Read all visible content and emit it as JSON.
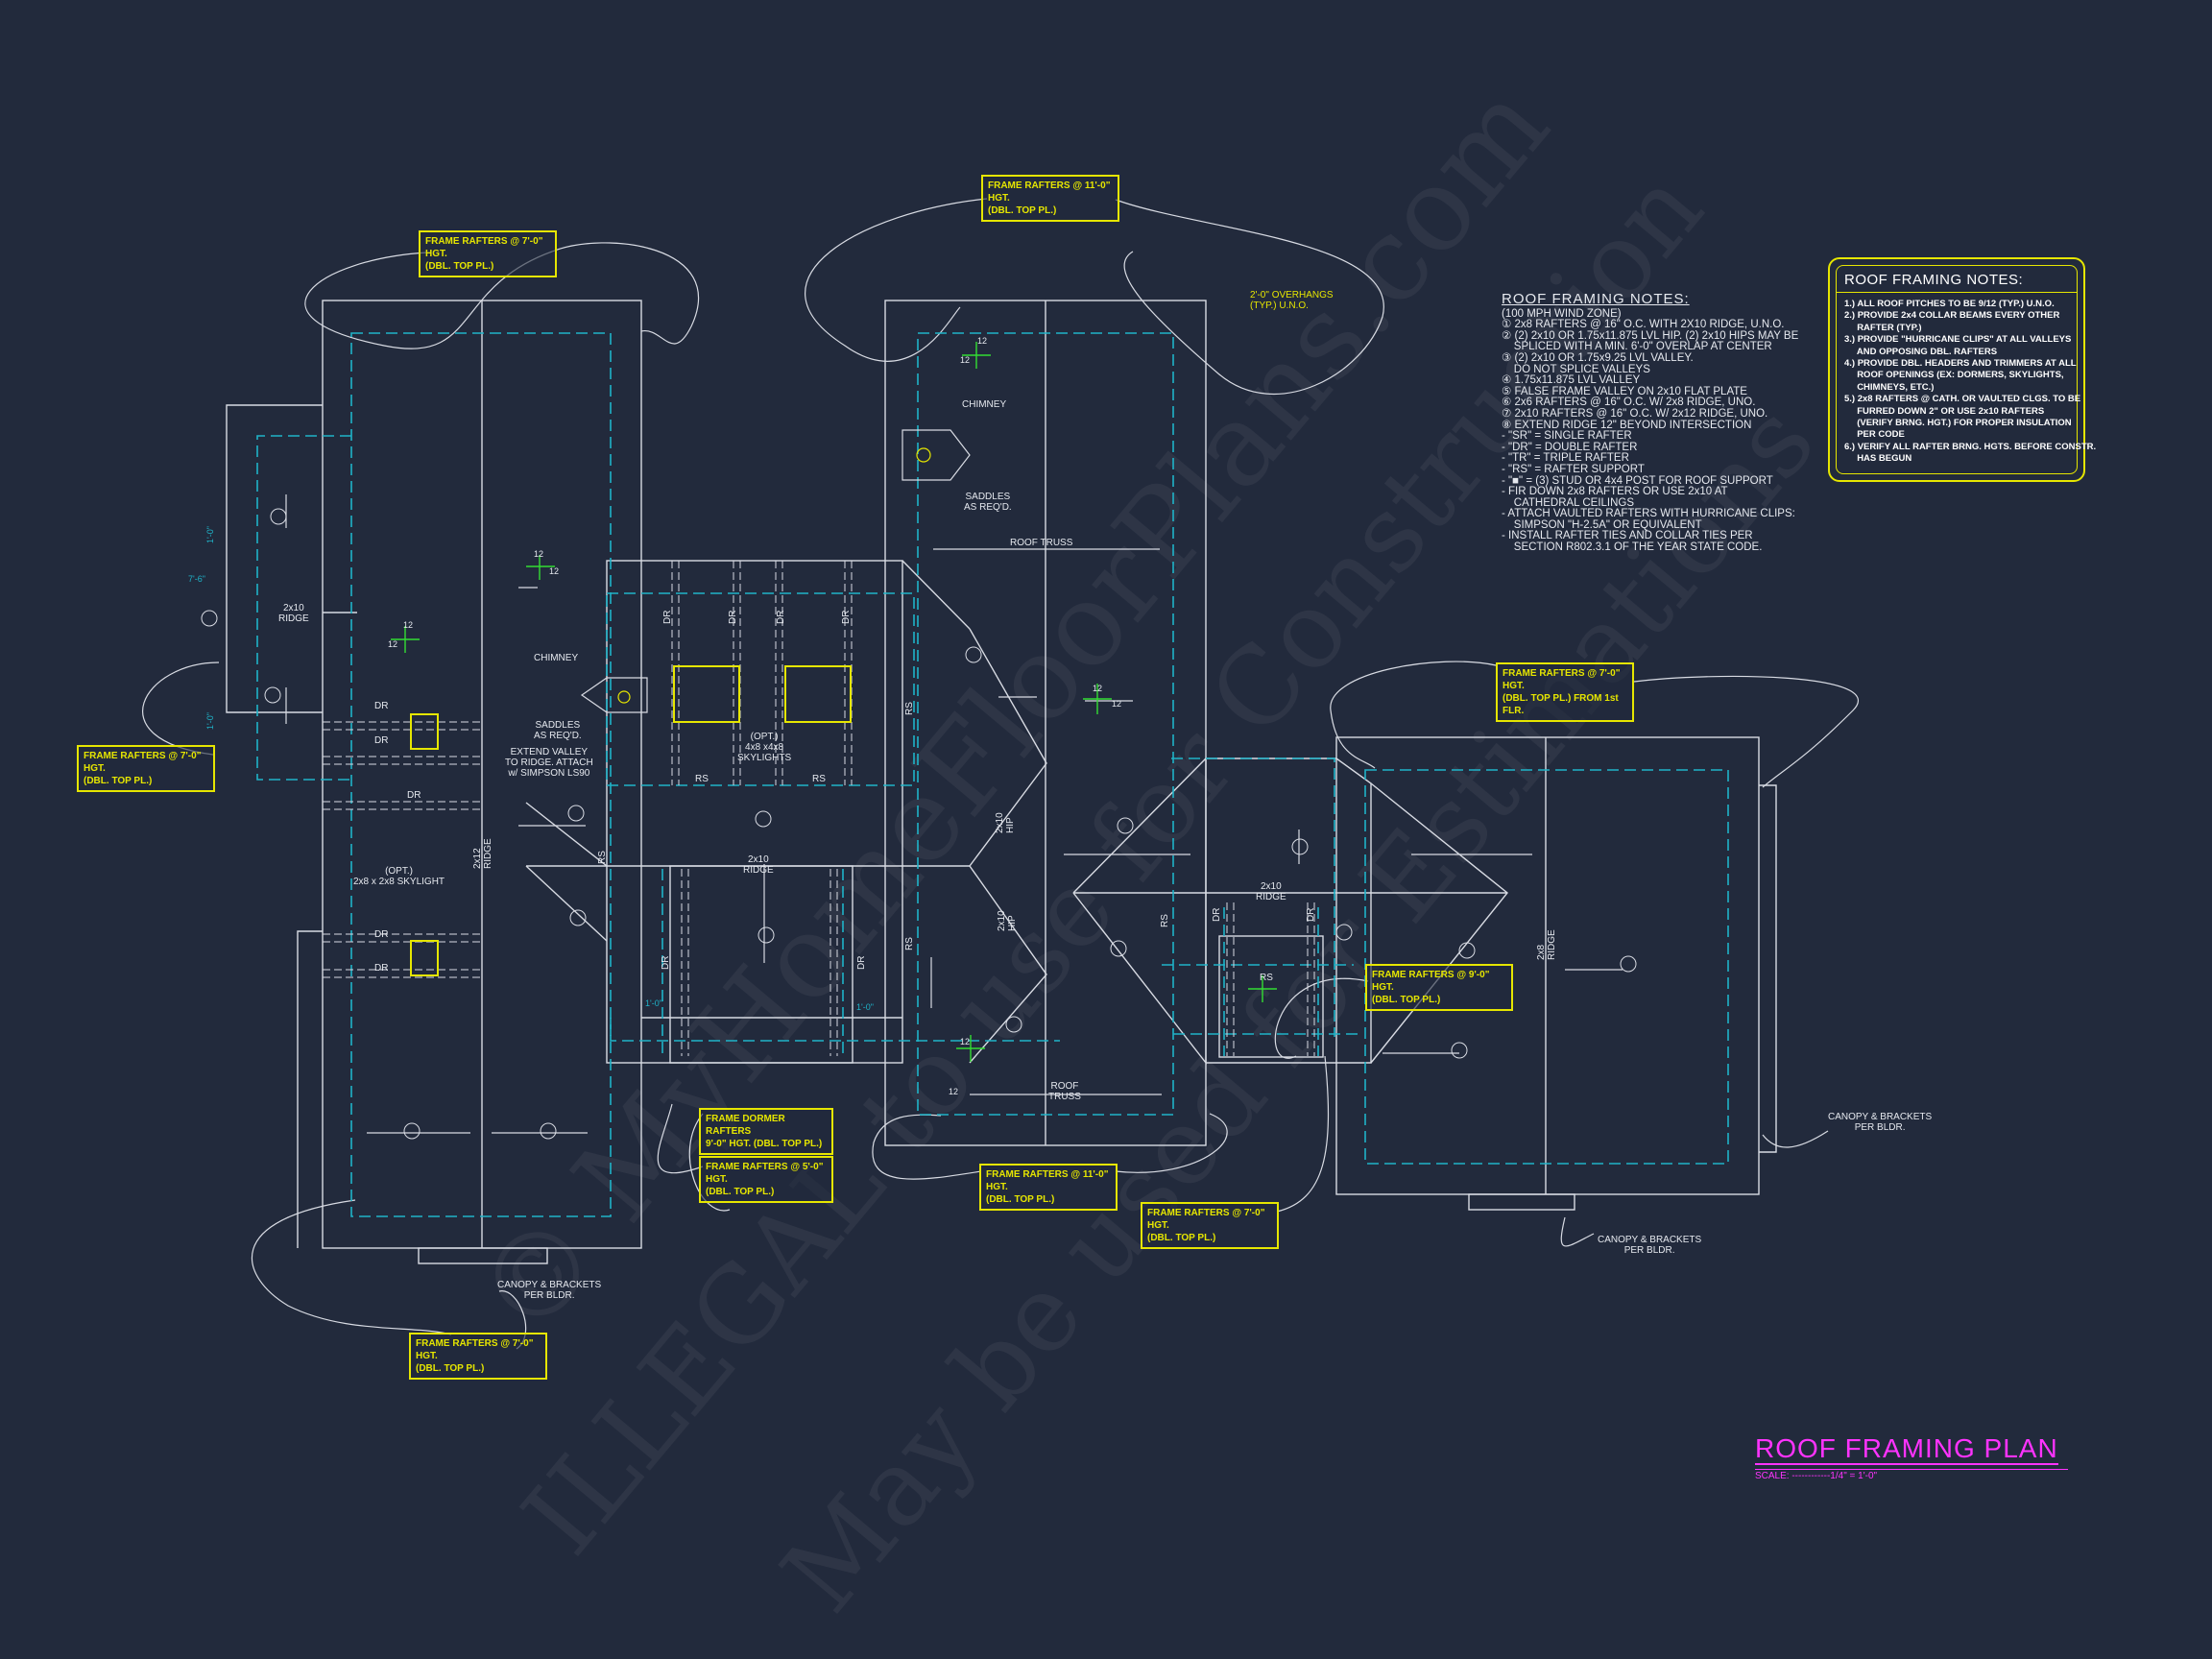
{
  "watermark": {
    "line1": "© MyHomeFloorPlans.com",
    "line2": "ILLEGAL to use for Construction",
    "line3": "May be used for Estimations"
  },
  "title_block": {
    "title": "ROOF FRAMING PLAN",
    "scale": "SCALE: ------------1/4\" = 1'-0\""
  },
  "roof_notes": {
    "title": "ROOF FRAMING NOTES:",
    "items": [
      "(100 MPH WIND ZONE)",
      "① 2x8 RAFTERS @ 16\" O.C. WITH 2X10 RIDGE, U.N.O.",
      "② (2) 2x10 OR 1.75x11.875 LVL HIP. (2) 2x10 HIPS MAY BE",
      "    SPLICED WITH A MIN. 6'-0\" OVERLAP AT CENTER",
      "③ (2) 2x10 OR 1.75x9.25 LVL VALLEY.",
      "    DO NOT SPLICE VALLEYS",
      "④ 1.75x11.875 LVL VALLEY",
      "⑤ FALSE FRAME VALLEY ON 2x10 FLAT PLATE",
      "⑥ 2x6 RAFTERS @ 16\" O.C. W/ 2x8 RIDGE, UNO.",
      "⑦ 2x10 RAFTERS @ 16\" O.C. W/ 2x12 RIDGE, UNO.",
      "⑧ EXTEND RIDGE 12\" BEYOND INTERSECTION",
      "- \"SR\" = SINGLE RAFTER",
      "- \"DR\" = DOUBLE RAFTER",
      "- \"TR\" = TRIPLE RAFTER",
      "- \"RS\" = RAFTER SUPPORT",
      "- \"■\" = (3) STUD OR 4x4 POST FOR ROOF SUPPORT",
      "- FIR DOWN 2x8 RAFTERS OR USE 2x10 AT",
      "    CATHEDRAL CEILINGS",
      "- ATTACH VAULTED RAFTERS WITH HURRICANE CLIPS:",
      "    SIMPSON \"H-2.5A\" OR EQUIVALENT",
      "- INSTALL RAFTER TIES AND COLLAR TIES PER",
      "    SECTION R802.3.1 OF THE YEAR STATE CODE."
    ]
  },
  "boxed_notes": {
    "title": "ROOF FRAMING NOTES:",
    "items": [
      "1.) ALL ROOF PITCHES TO BE 9/12 (TYP.) U.N.O.",
      "2.) PROVIDE 2x4 COLLAR BEAMS EVERY OTHER",
      "     RAFTER (TYP.)",
      "3.) PROVIDE \"HURRICANE CLIPS\" AT ALL VALLEYS",
      "     AND OPPOSING DBL. RAFTERS",
      "4.) PROVIDE DBL. HEADERS AND TRIMMERS AT ALL",
      "     ROOF OPENINGS (EX: DORMERS, SKYLIGHTS,",
      "     CHIMNEYS, ETC.)",
      "5.) 2x8 RAFTERS @ CATH. OR VAULTED CLGS. TO BE",
      "     FURRED DOWN 2\" OR USE 2x10 RAFTERS",
      "     (VERIFY BRNG. HGT.) FOR PROPER INSULATION",
      "     PER CODE",
      "6.) VERIFY ALL RAFTER BRNG. HGTS. BEFORE CONSTR.",
      "     HAS BEGUN"
    ]
  },
  "callouts": [
    {
      "line1": "FRAME RAFTERS @ 7'-0\" HGT.",
      "line2": "(DBL. TOP PL.)"
    },
    {
      "line1": "FRAME RAFTERS @ 11'-0\" HGT.",
      "line2": "(DBL. TOP PL.)"
    },
    {
      "line1": "FRAME RAFTERS @ 7'-0\" HGT.",
      "line2": "(DBL. TOP PL.)"
    },
    {
      "line1": "FRAME RAFTERS @ 7'-0\" HGT.",
      "line2": "(DBL. TOP PL.) FROM 1st FLR."
    },
    {
      "line1": "FRAME RAFTERS @ 9'-0\" HGT.",
      "line2": "(DBL. TOP PL.)"
    },
    {
      "line1": "FRAME DORMER RAFTERS",
      "line2": "9'-0\" HGT. (DBL. TOP PL.)"
    },
    {
      "line1": "FRAME RAFTERS @ 5'-0\" HGT.",
      "line2": "(DBL. TOP PL.)"
    },
    {
      "line1": "FRAME RAFTERS @ 11'-0\" HGT.",
      "line2": "(DBL. TOP PL.)"
    },
    {
      "line1": "FRAME RAFTERS @ 7'-0\" HGT.",
      "line2": "(DBL. TOP PL.)"
    },
    {
      "line1": "FRAME RAFTERS @ 7'-0\" HGT.",
      "line2": "(DBL. TOP PL.)"
    }
  ],
  "labels": {
    "overhang": "2'-0\" OVERHANGS\n(TYP.) U.N.O.",
    "chimney": "CHIMNEY",
    "saddles": "SADDLES\nAS REQ'D.",
    "roof_truss": "ROOF TRUSS",
    "roof_truss_2": "ROOF\nTRUSS",
    "ridge_2x10": "2x10\nRIDGE",
    "ridge_2x12": "2x12\nRIDGE",
    "ridge_2x8": "2x8\nRIDGE",
    "extend_valley": "EXTEND VALLEY\nTO RIDGE. ATTACH\nw/ SIMPSON LS90",
    "skylight_left": "(OPT.)\n2x8 x 2x8 SKYLIGHT",
    "skylight_mid": "(OPT.)\n4x8 x4x8\nSKYLIGHTS",
    "canopy": "CANOPY & BRACKETS\nPER BLDR.",
    "dr": "DR",
    "rs": "RS",
    "hip": "2x10\nHIP",
    "pitch": "12",
    "overhang_1ft": "1'-0\"",
    "dim_7_6": "7'-6\"",
    "dim_1_0": "1'-0\""
  },
  "colors": {
    "background": "#222a3c",
    "line": "#d8dbe3",
    "dashed": "#1fb3c8",
    "callout": "#e6e600",
    "title": "#ff33ff",
    "pitch": "#33dd33"
  }
}
